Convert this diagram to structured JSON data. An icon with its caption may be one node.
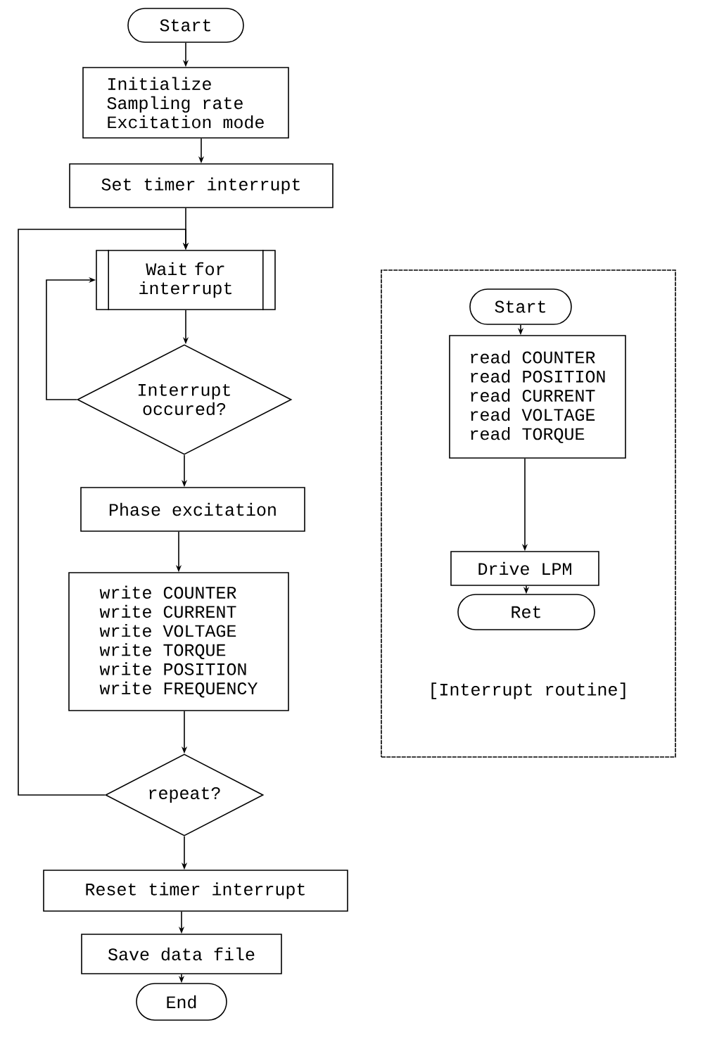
{
  "diagram": {
    "nodes": [
      {
        "text": [
          "Start"
        ]
      },
      {
        "text": [
          "Initialize",
          "Sampling rate",
          "Excitation mode"
        ]
      },
      {
        "text": [
          "Set timer interrupt"
        ]
      },
      {
        "text": [
          "Wait for interrupt"
        ]
      },
      {
        "text": [
          "Interrupt occured?"
        ]
      },
      {
        "text": [
          "Phase excitation"
        ]
      },
      {
        "text": [
          "write COUNTER",
          "write CURRENT",
          "write VOLTAGE",
          "write TORQUE",
          "write POSITION",
          "write FREQUENCY"
        ]
      },
      {
        "text": [
          "repeat?"
        ]
      },
      {
        "text": [
          "Reset timer interrupt"
        ]
      },
      {
        "text": [
          "Save data file"
        ]
      },
      {
        "text": [
          "End"
        ]
      },
      {
        "text": [
          "[Interrupt routine]"
        ]
      },
      {
        "text": [
          "Start"
        ],
        "in": 11
      },
      {
        "text": [
          "read COUNTER",
          "read POSITION",
          "read CURRENT",
          "read VOLTAGE",
          "read TORQUE"
        ],
        "in": 11
      },
      {
        "text": [
          "Drive LPM"
        ],
        "in": 11
      },
      {
        "text": [
          "Ret"
        ],
        "in": 11
      }
    ],
    "edges": [
      {
        "from": 0,
        "to": 1,
        "arrow": "to"
      },
      {
        "from": 1,
        "to": 2,
        "arrow": "to"
      },
      {
        "from": 2,
        "to": 3,
        "arrow": "to"
      },
      {
        "from": 3,
        "to": 4,
        "arrow": "to"
      },
      {
        "from": 4,
        "to": 3,
        "arrow": "to"
      },
      {
        "from": 4,
        "to": 5,
        "arrow": "to"
      },
      {
        "from": 5,
        "to": 6,
        "arrow": "to"
      },
      {
        "from": 6,
        "to": 7,
        "arrow": "to"
      },
      {
        "from": 7,
        "to": 3,
        "arrow": "to"
      },
      {
        "from": 7,
        "to": 8,
        "arrow": "to"
      },
      {
        "from": 8,
        "to": 9,
        "arrow": "to"
      },
      {
        "from": 9,
        "to": 10,
        "arrow": "to"
      },
      {
        "from": 12,
        "to": 13,
        "arrow": "to"
      },
      {
        "from": 13,
        "to": 14,
        "arrow": "to"
      },
      {
        "from": 14,
        "to": 15,
        "arrow": "to"
      }
    ]
  }
}
